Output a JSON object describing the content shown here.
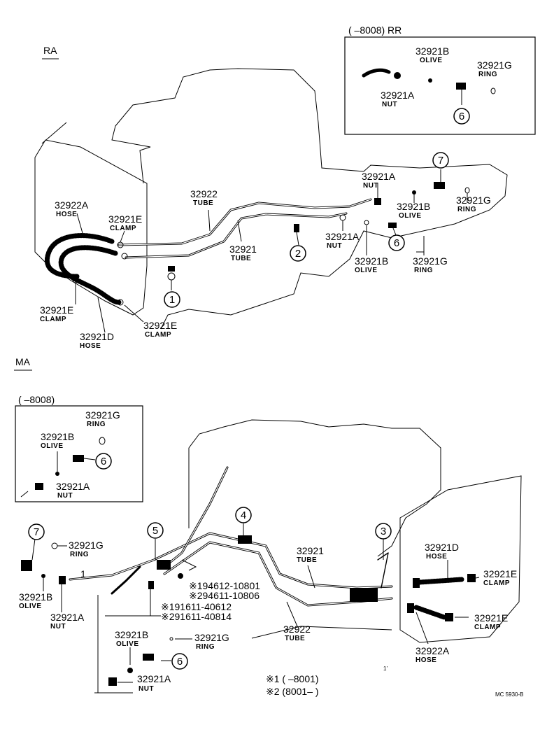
{
  "sections": {
    "ra": {
      "label": "RA"
    },
    "ma": {
      "label": "MA"
    }
  },
  "rr_inset": {
    "header": "(      –8008)  RR",
    "olive_num": "32921B",
    "olive_sub": "OLIVE",
    "ring_num": "32921G",
    "ring_sub": "RING",
    "nut_num": "32921A",
    "nut_sub": "NUT",
    "callout": "6"
  },
  "ra_labels": {
    "hose_a_num": "32922A",
    "hose_a_sub": "HOSE",
    "clamp_top_num": "32921E",
    "clamp_top_sub": "CLAMP",
    "tube22_num": "32922",
    "tube22_sub": "TUBE",
    "tube21_num": "32921",
    "tube21_sub": "TUBE",
    "nut_right_num": "32921A",
    "nut_right_sub": "NUT",
    "olive_right_num": "32921B",
    "olive_right_sub": "OLIVE",
    "ring_right_num": "32921G",
    "ring_right_sub": "RING",
    "nut_mid_num": "32921A",
    "nut_mid_sub": "NUT",
    "olive_mid_num": "32921B",
    "olive_mid_sub": "OLIVE",
    "ring_mid_num": "32921G",
    "ring_mid_sub": "RING",
    "clamp_left_num": "32921E",
    "clamp_left_sub": "CLAMP",
    "hose_d_num": "32921D",
    "hose_d_sub": "HOSE",
    "clamp_bot_num": "32921E",
    "clamp_bot_sub": "CLAMP",
    "callout_1": "1",
    "callout_2": "2",
    "callout_6": "6",
    "callout_7": "7"
  },
  "ma_inset": {
    "header": "(      –8008)",
    "ring_num": "32921G",
    "ring_sub": "RING",
    "olive_num": "32921B",
    "olive_sub": "OLIVE",
    "nut_num": "32921A",
    "nut_sub": "NUT",
    "callout": "6"
  },
  "ma_labels": {
    "ring_num": "32921G",
    "ring_sub": "RING",
    "olive_num": "32921B",
    "olive_sub": "OLIVE",
    "nut_num": "32921A",
    "nut_sub": "NUT",
    "bolt1": "※194612-10801",
    "bolt2": "※294611-10806",
    "bolt3": "※191611-40612",
    "bolt4": "※291611-40814",
    "olive_lo_num": "32921B",
    "olive_lo_sub": "OLIVE",
    "ring_lo_num": "32921G",
    "ring_lo_sub": "RING",
    "nut_lo_num": "32921A",
    "nut_lo_sub": "NUT",
    "tube21_num": "32921",
    "tube21_sub": "TUBE",
    "tube22_num": "32922",
    "tube22_sub": "TUBE",
    "hose_d_num": "32921D",
    "hose_d_sub": "HOSE",
    "clamp1_num": "32921E",
    "clamp1_sub": "CLAMP",
    "clamp2_num": "32921E",
    "clamp2_sub": "CLAMP",
    "hose_a_num": "32922A",
    "hose_a_sub": "HOSE",
    "callout_3": "3",
    "callout_4": "4",
    "callout_5": "5",
    "callout_6": "6",
    "callout_7": "7",
    "mark_1": "1",
    "tick": "1’"
  },
  "notes": {
    "note1": "※1 (      –8001)",
    "note2": "※2 (8001–        )"
  },
  "doc_code": "MC  5930-B"
}
